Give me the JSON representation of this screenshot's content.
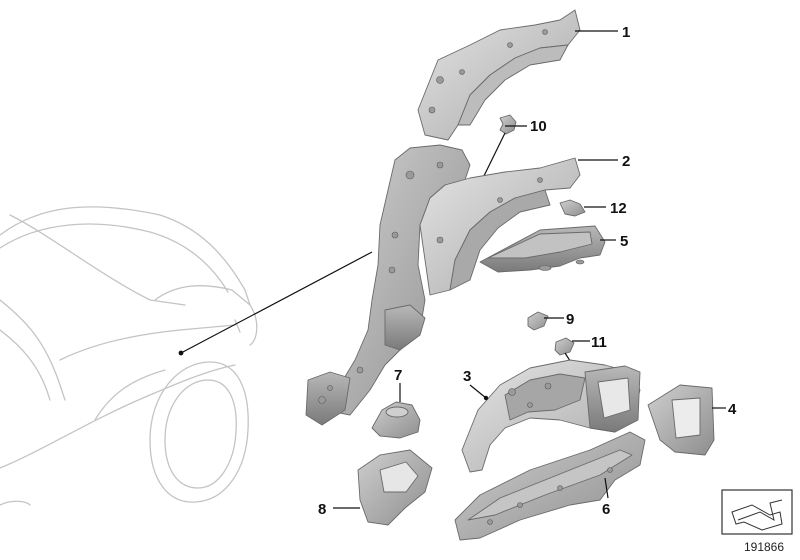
{
  "callouts": {
    "c1": "1",
    "c2": "2",
    "c3": "3",
    "c4": "4",
    "c5": "5",
    "c6": "6",
    "c7": "7",
    "c8": "8",
    "c9": "9",
    "c10": "10",
    "c11": "11",
    "c12": "12"
  },
  "catalog_number": "191866",
  "colors": {
    "part_light": "#d6d6d6",
    "part_mid": "#b4b4b4",
    "part_dark": "#8c8c8c",
    "car_outline": "#c4c4c4",
    "callout_text": "#111111"
  },
  "icons": {
    "view_direction": "arrow-icon"
  }
}
